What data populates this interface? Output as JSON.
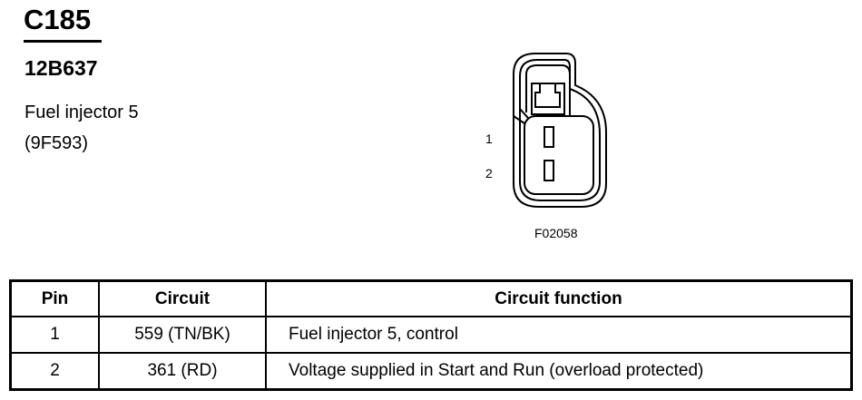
{
  "connector": {
    "id": "C185",
    "part_number": "12B637",
    "description_line1": "Fuel injector 5",
    "description_line2": "(9F593)"
  },
  "diagram": {
    "pin_labels": [
      "1",
      "2"
    ],
    "figure_code": "F02058"
  },
  "table": {
    "headers": {
      "pin": "Pin",
      "circuit": "Circuit",
      "function": "Circuit function"
    },
    "rows": [
      {
        "pin": "1",
        "circuit": "559 (TN/BK)",
        "function": "Fuel injector 5, control"
      },
      {
        "pin": "2",
        "circuit": "361 (RD)",
        "function": "Voltage supplied in Start and Run (overload protected)"
      }
    ]
  }
}
